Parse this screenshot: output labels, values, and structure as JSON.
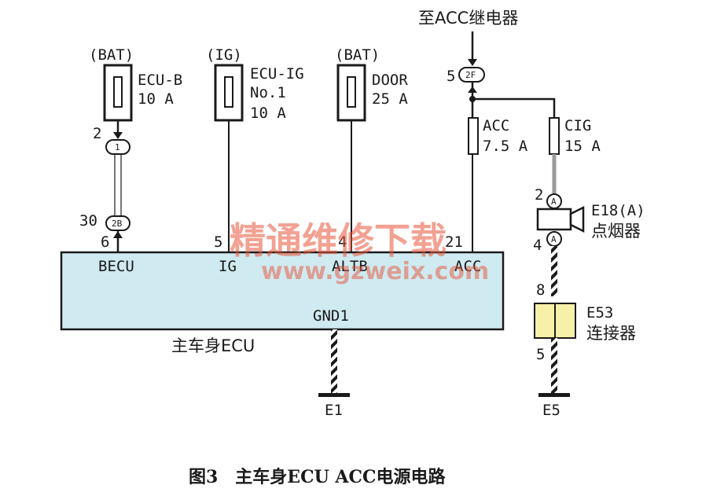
{
  "top_note": "至ACC继电器",
  "fuses": [
    {
      "source": "(BAT)",
      "name": "ECU-B",
      "rating": "10 A"
    },
    {
      "source": "(IG)",
      "name_line1": "ECU-IG",
      "name_line2": "No.1",
      "rating": "10 A"
    },
    {
      "source": "(BAT)",
      "name": "DOOR",
      "rating": "25 A"
    },
    {
      "name": "ACC",
      "rating": "7.5 A"
    },
    {
      "name": "CIG",
      "rating": "15 A"
    }
  ],
  "connectors": {
    "c1": "1",
    "c1_pin": "2",
    "c2b": "2B",
    "c2b_pin": "30",
    "c2b_pin2": "6",
    "c2f": "2F",
    "c2f_pin": "5",
    "ca_top": "A",
    "ca_top_pin": "2",
    "ca_bot": "A",
    "ca_bot_pin": "4"
  },
  "ecu": {
    "name": "主车身ECU",
    "pins": [
      {
        "num": "6",
        "label": "BECU"
      },
      {
        "num": "5",
        "label": "IG"
      },
      {
        "num": "4",
        "label": "ALTB"
      },
      {
        "num": "21",
        "label": "ACC"
      }
    ],
    "ground_label": "GND1",
    "ground_name": "E1"
  },
  "lighter": {
    "code": "E18(A)",
    "name": "点烟器"
  },
  "connector_e53": {
    "code": "E53",
    "name": "连接器",
    "pin_top": "8",
    "pin_bot": "5"
  },
  "ground_e5": "E5",
  "watermark": {
    "cn": "精通维修下载",
    "url": "www.gzweix.com"
  },
  "caption": "图3　主车身ECU ACC电源电路",
  "colors": {
    "ecu_fill": "#cfeaf0",
    "connector_fill": "#f6f0a8",
    "watermark": "#e8553a"
  }
}
